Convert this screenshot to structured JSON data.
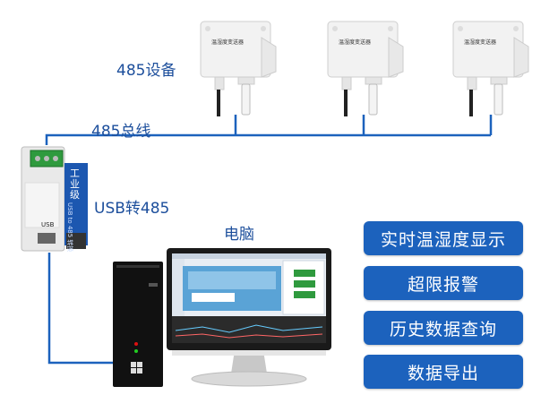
{
  "labels": {
    "rs485_devices": "485设备",
    "rs485_bus": "485总线",
    "usb_converter": "USB转485",
    "computer": "电脑"
  },
  "sensor_brand": "温湿度变送器",
  "converter": {
    "text_vertical": "工业级",
    "text_vertical_small": "USB to 485 转换",
    "port_label": "USB"
  },
  "features": [
    {
      "label": "实时温湿度显示"
    },
    {
      "label": "超限报警"
    },
    {
      "label": "历史数据查询"
    },
    {
      "label": "数据导出"
    }
  ],
  "colors": {
    "line": "#1c62bd",
    "button": "#1c62bd",
    "label_text": "#1d4f9c"
  }
}
